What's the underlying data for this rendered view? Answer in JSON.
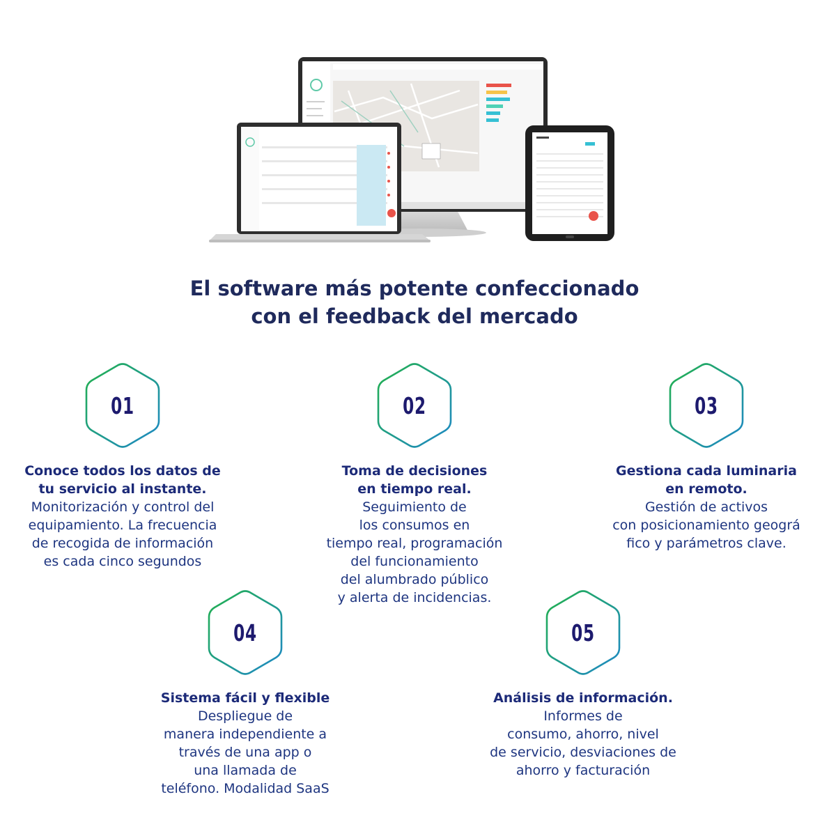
{
  "headline": {
    "line1": "El software más potente confeccionado",
    "line2": "con el feedback del mercado"
  },
  "colors": {
    "hex_gradient_start": "#22b14c",
    "hex_gradient_end": "#1e88c8",
    "number": "#1d1a6e",
    "title": "#1c2a78",
    "text": "#1e3580"
  },
  "features": [
    {
      "number": "01",
      "title": [
        "Conoce todos los datos de",
        "tu servicio al instante."
      ],
      "desc": [
        "Monitorización y control del",
        "equipamiento. La frecuencia",
        "de recogida de información",
        "es cada cinco segundos"
      ]
    },
    {
      "number": "02",
      "title": [
        "Toma de decisiones",
        "en tiempo real."
      ],
      "desc": [
        "Seguimiento de",
        "los consumos en",
        "tiempo real, programación",
        "del funcionamiento",
        "del alumbrado público",
        "y alerta de incidencias."
      ]
    },
    {
      "number": "03",
      "title": [
        "Gestiona cada luminaria",
        "en remoto."
      ],
      "desc": [
        "Gestión de activos",
        "con posicionamiento geográ",
        "fico y parámetros clave."
      ]
    },
    {
      "number": "04",
      "title": [
        "Sistema fácil y flexible"
      ],
      "desc": [
        "Despliegue de",
        "manera independiente a",
        "través de una app o",
        "una llamada de",
        "teléfono. Modalidad SaaS"
      ]
    },
    {
      "number": "05",
      "title": [
        "Análisis de información."
      ],
      "desc": [
        "Informes de",
        "consumo, ahorro, nivel",
        "de servicio, desviaciones de",
        "ahorro y facturación"
      ]
    }
  ]
}
